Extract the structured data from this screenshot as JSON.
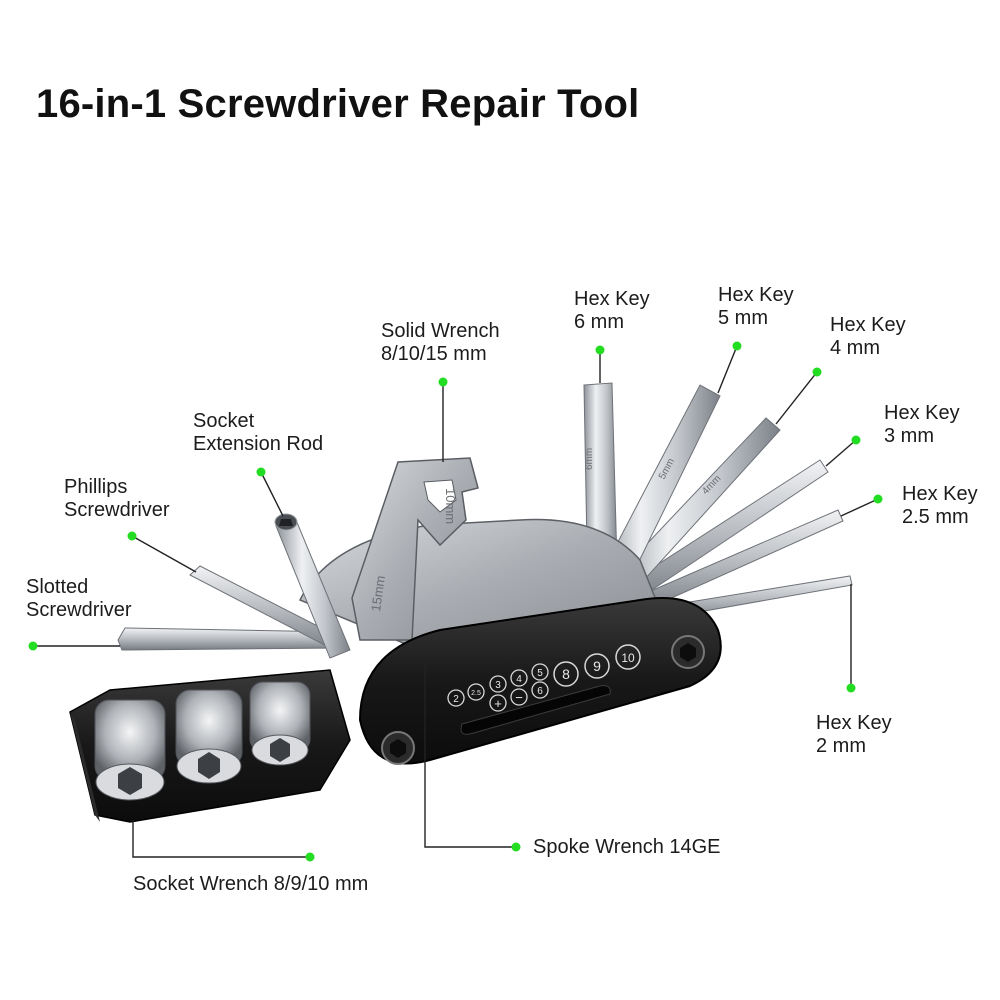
{
  "title": "16-in-1 Screwdriver Repair Tool",
  "colors": {
    "accent_dot": "#22dd22",
    "leader_line": "#222222",
    "tool_body": "#1b1b1b",
    "steel": "#c9cdd2"
  },
  "labels": {
    "hex_6": {
      "line1": "Hex Key",
      "line2": "6 mm"
    },
    "hex_5": {
      "line1": "Hex Key",
      "line2": "5 mm"
    },
    "hex_4": {
      "line1": "Hex Key",
      "line2": "4 mm"
    },
    "hex_3": {
      "line1": "Hex Key",
      "line2": "3 mm"
    },
    "hex_2_5": {
      "line1": "Hex Key",
      "line2": "2.5 mm"
    },
    "hex_2": {
      "line1": "Hex Key",
      "line2": "2 mm"
    },
    "solid_wrench": {
      "line1": "Solid Wrench",
      "line2": "8/10/15 mm"
    },
    "socket_extension": {
      "line1": "Socket",
      "line2": "Extension Rod"
    },
    "phillips": {
      "line1": "Phillips",
      "line2": "Screwdriver"
    },
    "slotted": {
      "line1": "Slotted",
      "line2": "Screwdriver"
    },
    "spoke_wrench": {
      "line1": "Spoke Wrench 14GE"
    },
    "socket_wrench": {
      "line1": "Socket Wrench 8/9/10 mm"
    }
  },
  "engravings": {
    "circle_numbers": [
      "2",
      "2.5",
      "3",
      "4",
      "5",
      "6",
      "8",
      "9",
      "10"
    ],
    "symbols": [
      "+",
      "−"
    ],
    "wrench_marks": [
      "10mm",
      "15mm"
    ],
    "key_marks": [
      "6mm",
      "5mm",
      "4mm"
    ]
  }
}
